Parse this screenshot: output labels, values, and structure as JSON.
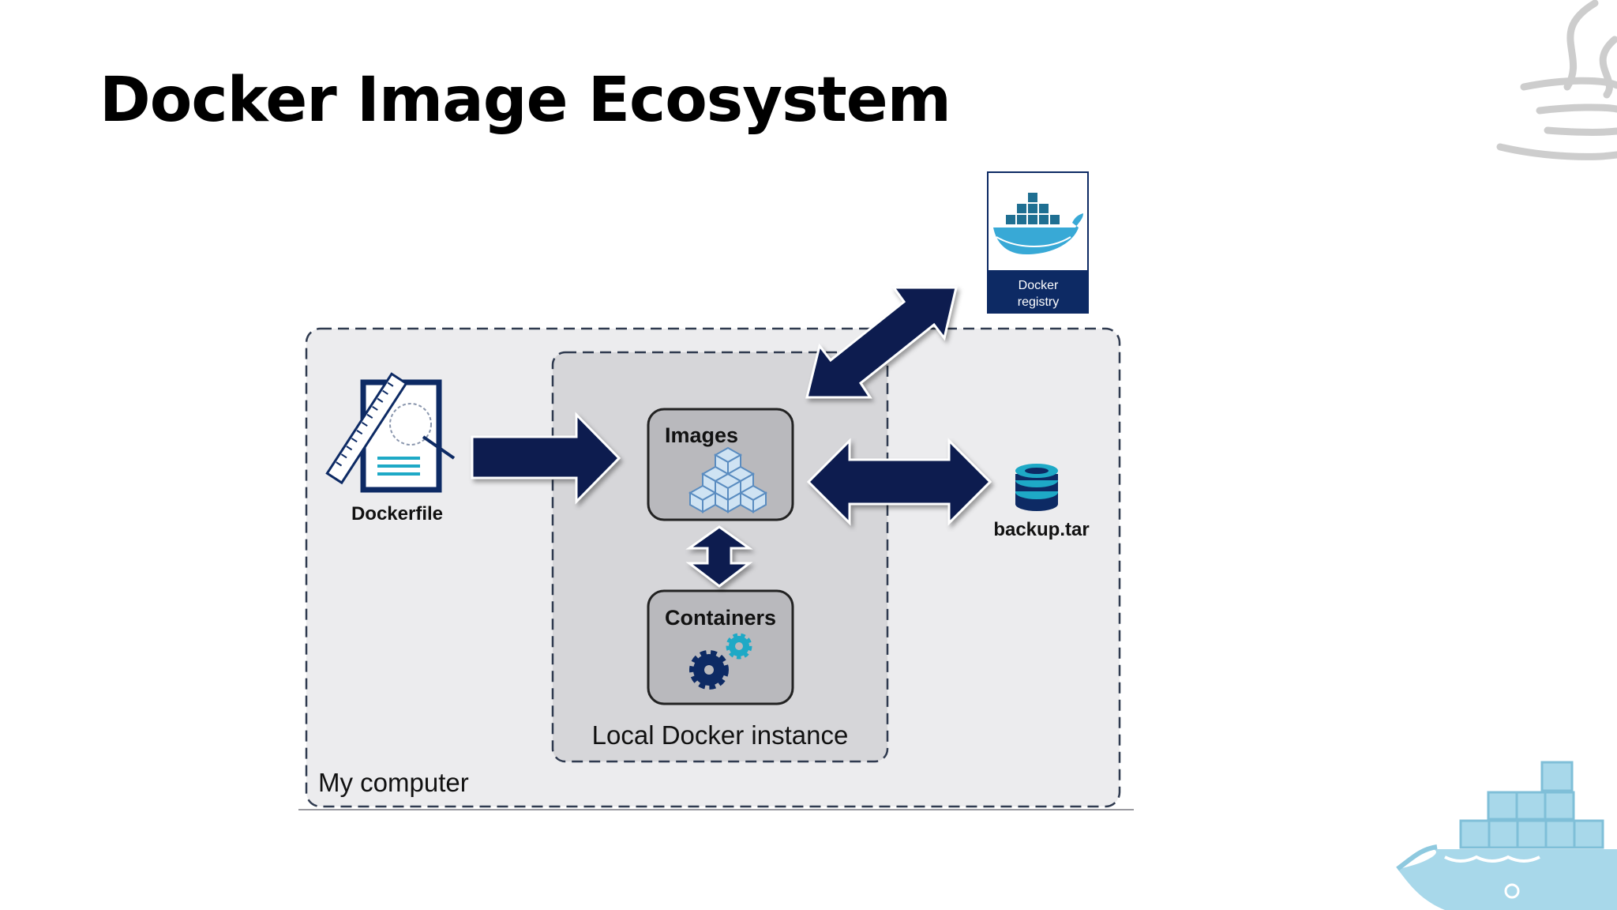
{
  "slide": {
    "title": "Docker Image Ecosystem"
  },
  "diagram": {
    "outer_group_label": "My computer",
    "inner_group_label": "Local Docker instance",
    "nodes": {
      "dockerfile": "Dockerfile",
      "images": "Images",
      "containers": "Containers",
      "backup": "backup.tar",
      "registry_line1": "Docker",
      "registry_line2": "registry"
    }
  },
  "colors": {
    "arrow": "#0b1f4f",
    "outer_fill": "#ececee",
    "inner_fill": "#d6d6d9",
    "node_fill": "#b9b9bd",
    "accent_teal": "#1ea9c6",
    "accent_navy": "#0d2a64",
    "whale_light": "#a8d8ea"
  },
  "icons": {
    "java": "java-cup-icon",
    "whale": "docker-whale-icon",
    "dockerfile": "blueprint-document-icon",
    "images": "stacked-cubes-icon",
    "containers": "gears-icon",
    "backup": "database-icon"
  }
}
